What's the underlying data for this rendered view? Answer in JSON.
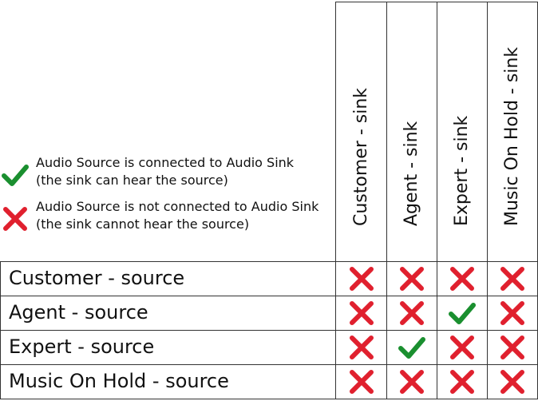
{
  "legend": {
    "connected": {
      "icon": "checkmark-icon",
      "line1": "Audio Source is connected to Audio Sink",
      "line2": "(the sink can hear the source)"
    },
    "not_connected": {
      "icon": "cross-icon",
      "line1": "Audio Source is not connected to Audio Sink",
      "line2": "(the sink cannot hear the source)"
    }
  },
  "colors": {
    "check": "#1a8f2f",
    "cross": "#e0202e",
    "border": "#333333"
  },
  "sinks": [
    "Customer - sink",
    "Agent - sink",
    "Expert - sink",
    "Music On Hold - sink"
  ],
  "sources": [
    {
      "label": "Customer - source",
      "cells": [
        "cross",
        "cross",
        "cross",
        "cross"
      ]
    },
    {
      "label": "Agent - source",
      "cells": [
        "cross",
        "cross",
        "check",
        "cross"
      ]
    },
    {
      "label": "Expert - source",
      "cells": [
        "cross",
        "check",
        "cross",
        "cross"
      ]
    },
    {
      "label": "Music On Hold - source",
      "cells": [
        "cross",
        "cross",
        "cross",
        "cross"
      ]
    }
  ]
}
